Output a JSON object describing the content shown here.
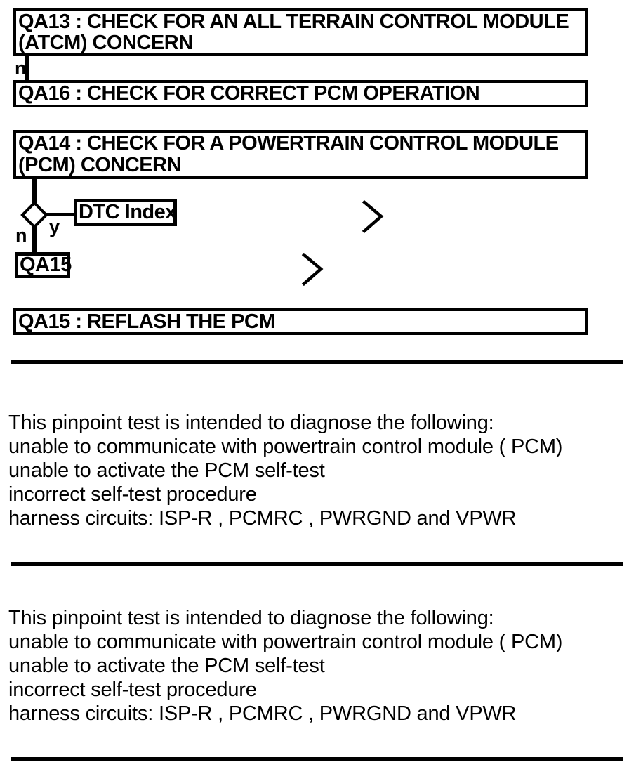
{
  "colors": {
    "ink": "#000000",
    "paper": "#ffffff"
  },
  "flowchart": {
    "qa13": {
      "line1": "QA13 : CHECK FOR AN ALL TERRAIN CONTROL MODULE",
      "line2": "(ATCM) CONCERN"
    },
    "qa13_branch": {
      "no_label": "n"
    },
    "qa16": {
      "line1": "QA16 : CHECK FOR CORRECT PCM OPERATION"
    },
    "qa14": {
      "line1": "QA14 : CHECK FOR A POWERTRAIN CONTROL MODULE",
      "line2": "(PCM) CONCERN"
    },
    "qa14_branch": {
      "no_label": "n",
      "yes_label": "y"
    },
    "dtc_index": {
      "label": "DTC Index"
    },
    "qa15_link": {
      "label": "QA15"
    },
    "qa15": {
      "line1": "QA15 : REFLASH THE PCM"
    }
  },
  "description_block_1": {
    "lines": [
      "This pinpoint test is intended to diagnose the following:",
      "unable to communicate with powertrain control module ( PCM)",
      "unable to activate the PCM self-test",
      "incorrect self-test procedure",
      "harness circuits: ISP-R , PCMRC , PWRGND and VPWR"
    ]
  },
  "description_block_2": {
    "lines": [
      "This pinpoint test is intended to diagnose the following:",
      "unable to communicate with powertrain control module ( PCM)",
      "unable to activate the PCM self-test",
      "incorrect self-test procedure",
      "harness circuits: ISP-R , PCMRC , PWRGND and VPWR"
    ]
  }
}
